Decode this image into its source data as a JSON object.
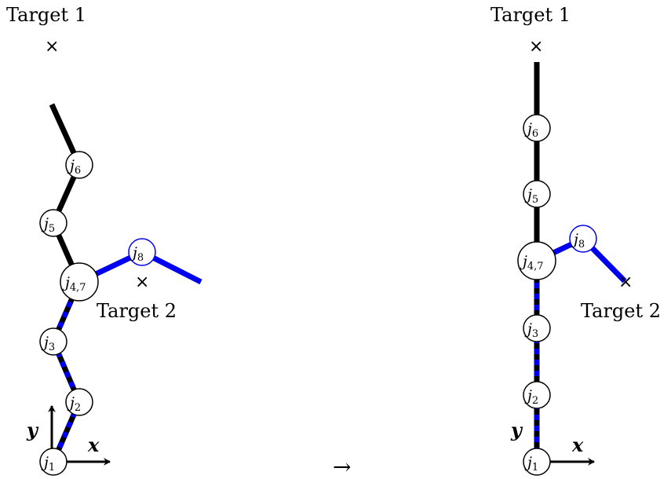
{
  "targets": {
    "target1": "Target 1",
    "target2": "Target 2",
    "marker": "×"
  },
  "axes": {
    "x": "x",
    "y": "y"
  },
  "transition_arrow": "→",
  "joints": {
    "j1": {
      "base": "j",
      "sub": "1"
    },
    "j2": {
      "base": "j",
      "sub": "2"
    },
    "j3": {
      "base": "j",
      "sub": "3"
    },
    "j47": {
      "base": "j",
      "sub": "4,7"
    },
    "j5": {
      "base": "j",
      "sub": "5"
    },
    "j6": {
      "base": "j",
      "sub": "6"
    },
    "j8": {
      "base": "j",
      "sub": "8"
    }
  },
  "colors": {
    "chain_main": "#000000",
    "chain_secondary": "#0000ee",
    "background": "#ffffff"
  }
}
